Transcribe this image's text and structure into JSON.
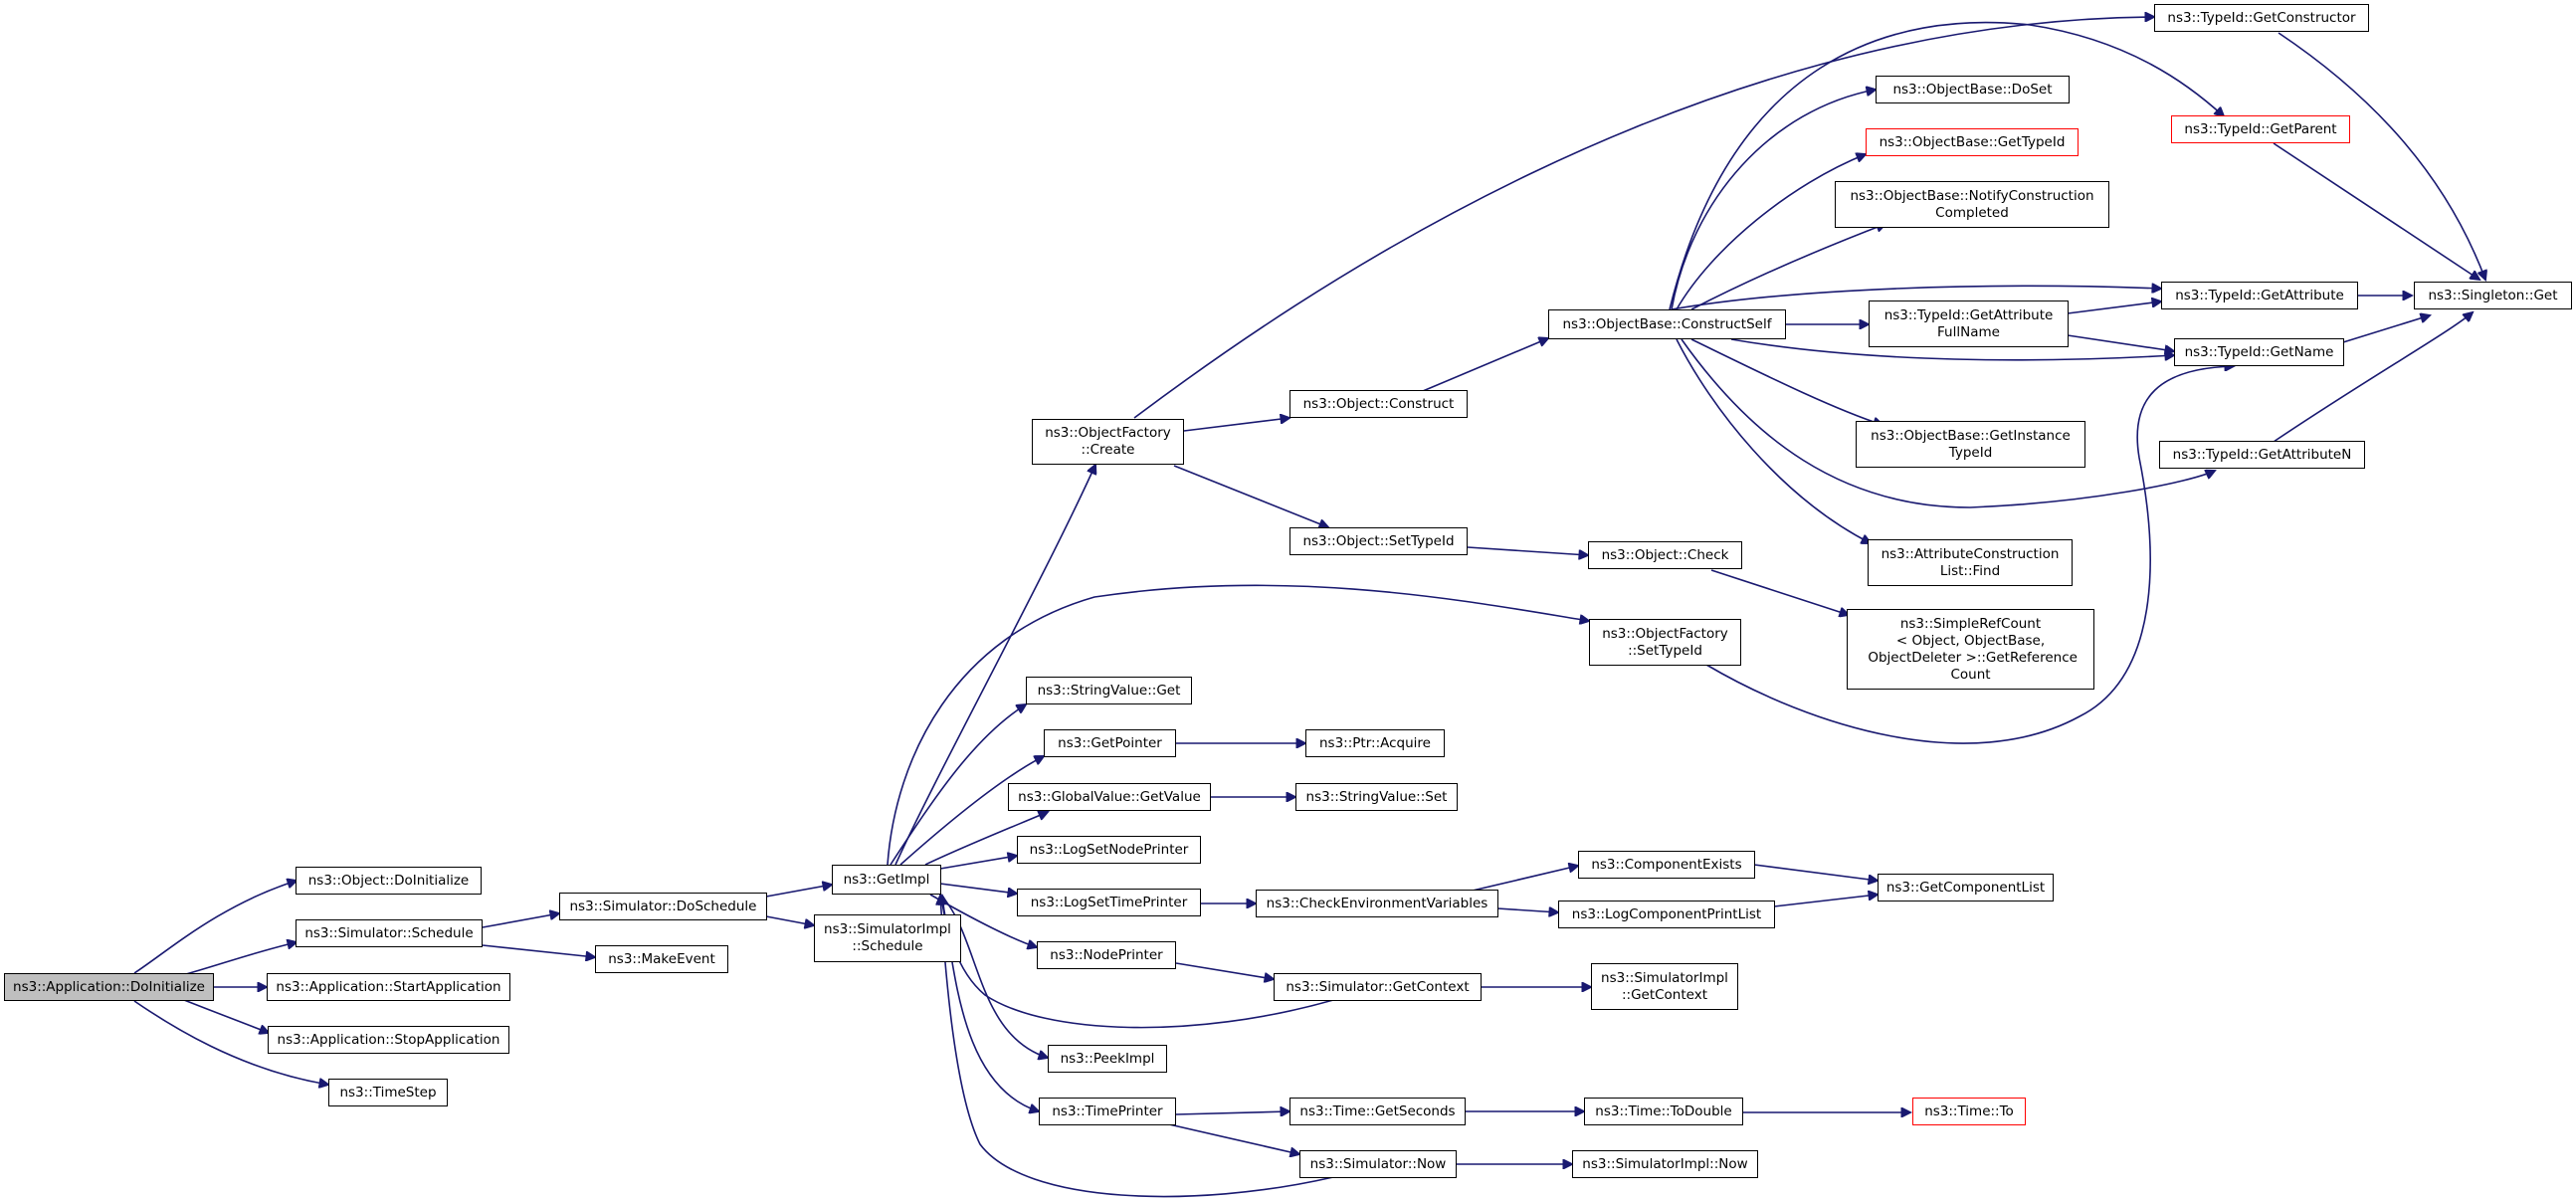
{
  "colors": {
    "edge": "#191970",
    "root_fill": "#bfbfbf",
    "missing_border": "#ff0000"
  },
  "nodes": {
    "app_doinitialize": "ns3::Application::DoInitialize",
    "object_doinitialize": "ns3::Object::DoInitialize",
    "simulator_schedule": "ns3::Simulator::Schedule",
    "app_startapplication": "ns3::Application::StartApplication",
    "app_stopapplication": "ns3::Application::StopApplication",
    "timestep": "ns3::TimeStep",
    "simulator_doschedule": "ns3::Simulator::DoSchedule",
    "makeevent": "ns3::MakeEvent",
    "getimpl": "ns3::GetImpl",
    "simulatorimpl_schedule": "ns3::SimulatorImpl\n::Schedule",
    "objectfactory_create": "ns3::ObjectFactory\n::Create",
    "stringvalue_get": "ns3::StringValue::Get",
    "getpointer": "ns3::GetPointer",
    "globalvalue_getvalue": "ns3::GlobalValue::GetValue",
    "logsetnodeprinter": "ns3::LogSetNodePrinter",
    "logsettimeprinter": "ns3::LogSetTimePrinter",
    "nodeprinter": "ns3::NodePrinter",
    "peekimpl": "ns3::PeekImpl",
    "timeprinter": "ns3::TimePrinter",
    "object_construct": "ns3::Object::Construct",
    "object_settypeid": "ns3::Object::SetTypeId",
    "ptr_acquire": "ns3::Ptr::Acquire",
    "stringvalue_set": "ns3::StringValue::Set",
    "checkenvironmentvariables": "ns3::CheckEnvironmentVariables",
    "simulator_getcontext": "ns3::Simulator::GetContext",
    "time_getseconds": "ns3::Time::GetSeconds",
    "simulator_now": "ns3::Simulator::Now",
    "objectbase_constructself": "ns3::ObjectBase::ConstructSelf",
    "object_check": "ns3::Object::Check",
    "objectfactory_settypeid": "ns3::ObjectFactory\n::SetTypeId",
    "componentexists": "ns3::ComponentExists",
    "logcomponentprintlist": "ns3::LogComponentPrintList",
    "simulatorimpl_getcontext": "ns3::SimulatorImpl\n::GetContext",
    "time_todouble": "ns3::Time::ToDouble",
    "simulatorimpl_now": "ns3::SimulatorImpl::Now",
    "objectbase_doset": "ns3::ObjectBase::DoSet",
    "objectbase_gettypeid": "ns3::ObjectBase::GetTypeId",
    "objectbase_notifyconstructioncompleted": "ns3::ObjectBase::NotifyConstruction\nCompleted",
    "typeid_getattributefullname": "ns3::TypeId::GetAttribute\nFullName",
    "objectbase_getinstancetypeid": "ns3::ObjectBase::GetInstance\nTypeId",
    "attributeconstructionlist_find": "ns3::AttributeConstruction\nList::Find",
    "simplerefcount_getreferencecount": "ns3::SimpleRefCount\n< Object, ObjectBase,\n ObjectDeleter >::GetReference\nCount",
    "getcomponentlist": "ns3::GetComponentList",
    "time_to": "ns3::Time::To",
    "typeid_getconstructor": "ns3::TypeId::GetConstructor",
    "typeid_getparent": "ns3::TypeId::GetParent",
    "typeid_getattribute": "ns3::TypeId::GetAttribute",
    "typeid_getname": "ns3::TypeId::GetName",
    "typeid_getattributen": "ns3::TypeId::GetAttributeN",
    "singleton_get": "ns3::Singleton::Get"
  }
}
